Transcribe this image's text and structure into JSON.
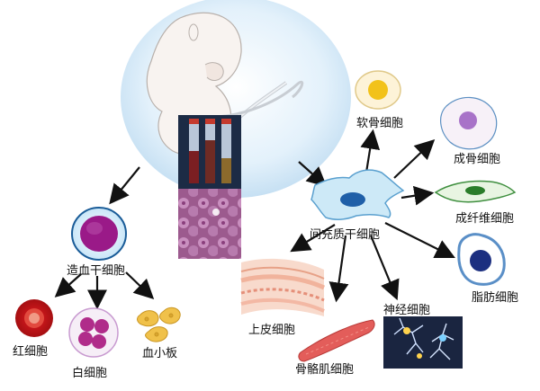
{
  "labels": {
    "hematopoietic_stem_cell": "造血干细胞",
    "red_blood_cell": "红细胞",
    "white_blood_cell": "白细胞",
    "platelet": "血小板",
    "mesenchymal_stem_cell": "间充质干细胞",
    "chondrocyte": "软骨细胞",
    "osteoblast": "成骨细胞",
    "fibroblast": "成纤维细胞",
    "adipocyte": "脂肪细胞",
    "epithelial_cell": "上皮细胞",
    "skeletal_muscle_cell": "骨骼肌细胞",
    "neuron": "神经细胞"
  },
  "colors": {
    "womb_glow": "#cfe6f5",
    "fetus_skin": "#f6f1ee",
    "arrow": "#111111",
    "hsc_membrane": "#d8eefb",
    "hsc_nucleus": "#9a1a88",
    "rbc": "#d8211b",
    "wbc": "#b02c8a",
    "platelet": "#f0c14a",
    "msc_nucleus": "#1f5fa8",
    "chondrocyte_nucleus": "#f2c21a",
    "osteoblast_nucleus": "#a873c8",
    "fibroblast_nucleus": "#2a7d2a",
    "adipocyte_nucleus": "#1c2f80",
    "muscle": "#e35d5a",
    "epithelium": "#f3b8a4"
  }
}
